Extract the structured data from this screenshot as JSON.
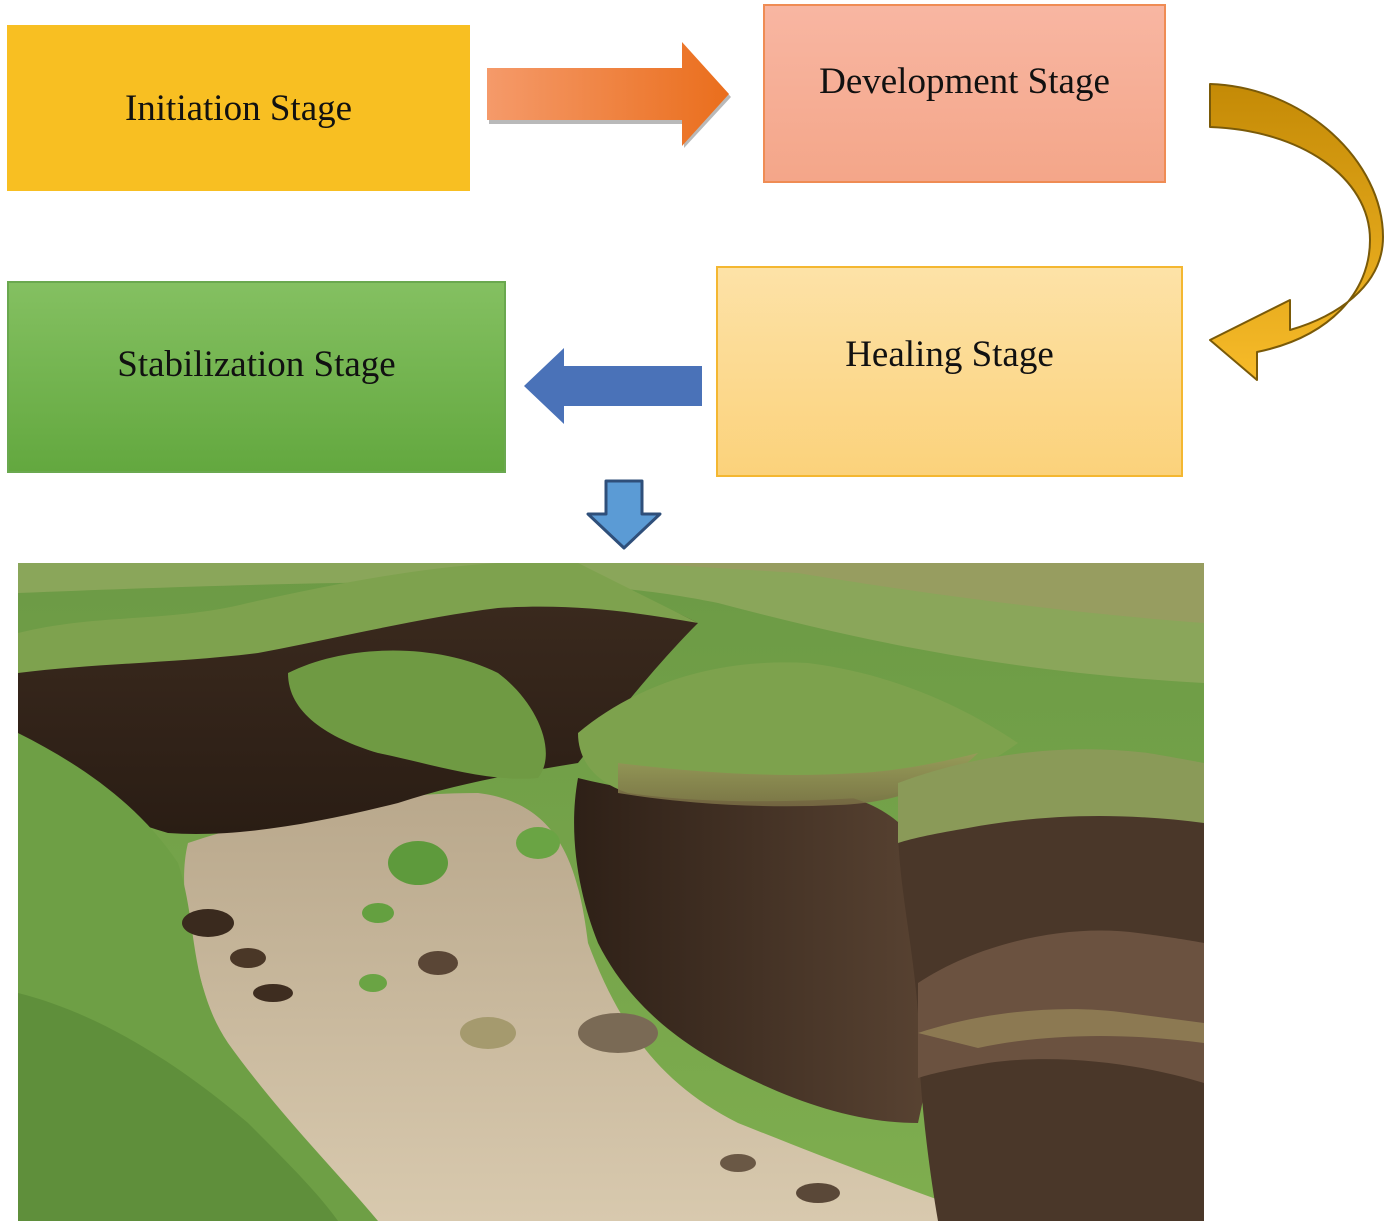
{
  "stages": {
    "initiation": "Initiation Stage",
    "development": "Development Stage",
    "healing": "Healing Stage",
    "stabilization": "Stabilization Stage"
  },
  "colors": {
    "initiation": "#f8bf22",
    "development": "#f4a689",
    "healing": "#fbd27b",
    "stabilization": "#63a83f",
    "arrow_right": "#ee7b2a",
    "arrow_curve": "#f5b82a",
    "arrow_left": "#4a72b8",
    "arrow_down": "#5b9bd5"
  },
  "photo": {
    "subject": "gully erosion in grassland"
  }
}
